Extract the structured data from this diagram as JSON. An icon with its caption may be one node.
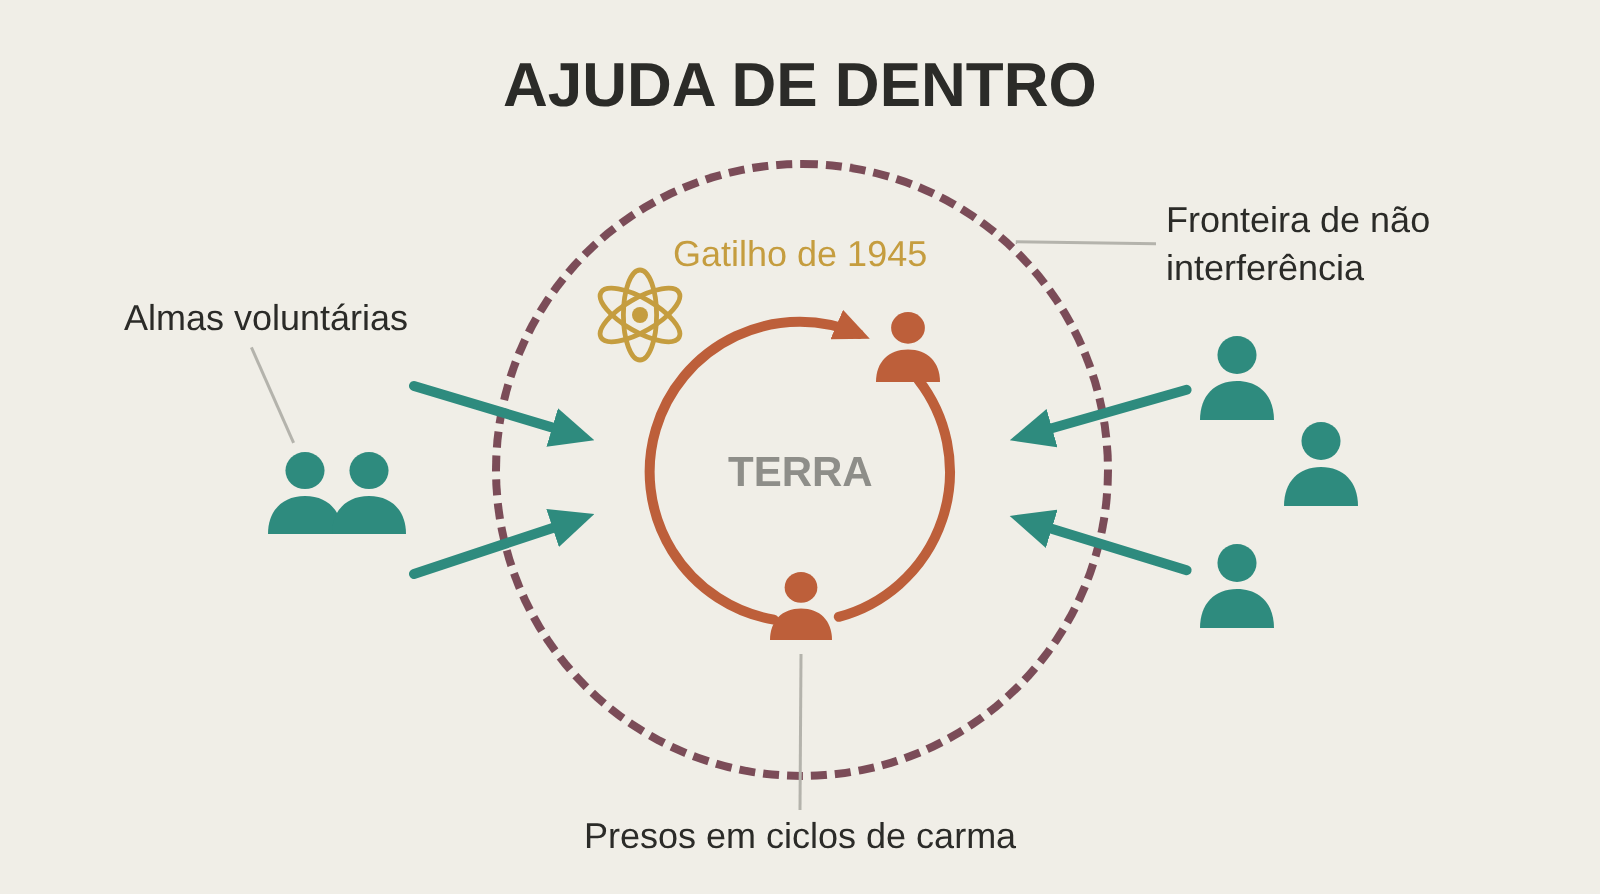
{
  "diagram": {
    "title": "AJUDA DE DENTRO",
    "nodes": [
      {
        "text": [],
        "shape": "circle"
      },
      {
        "text": [
          "Fronteira de não interferência"
        ]
      },
      {
        "text": [
          "Almas voluntárias"
        ]
      },
      {
        "text": [],
        "shape": "person",
        "in": 0
      },
      {
        "text": [],
        "shape": "person"
      },
      {
        "text": [],
        "shape": "person"
      },
      {
        "text": [],
        "shape": "person"
      },
      {
        "text": [],
        "shape": "person"
      },
      {
        "text": [],
        "shape": "person"
      },
      {
        "text": [],
        "shape": "person",
        "in": 0
      },
      {
        "text": [
          "Presos em ciclos de carma"
        ]
      }
    ],
    "edges": [
      {
        "from": 1,
        "to": 0,
        "arrow": "none",
        "color": "#b4b3ac"
      },
      {
        "from": 2,
        "to": 6,
        "arrow": "none",
        "color": "#b4b3ac"
      },
      {
        "from": null,
        "to": 0,
        "arrow": "to"
      },
      {
        "from": null,
        "to": 0,
        "arrow": "to"
      },
      {
        "from": 4,
        "to": 0,
        "arrow": "to"
      },
      {
        "from": 8,
        "to": 0,
        "arrow": "to"
      },
      {
        "from": 9,
        "to": 3,
        "arrow": "to",
        "color": "#bd5f3a"
      },
      {
        "from": 3,
        "to": 9,
        "arrow": "none",
        "color": "#bd5f3a"
      },
      {
        "from": 10,
        "to": 9,
        "arrow": "none",
        "color": "#b4b3ac"
      }
    ],
    "labels": [
      "Gatilho de 1945",
      "TERRA"
    ]
  }
}
